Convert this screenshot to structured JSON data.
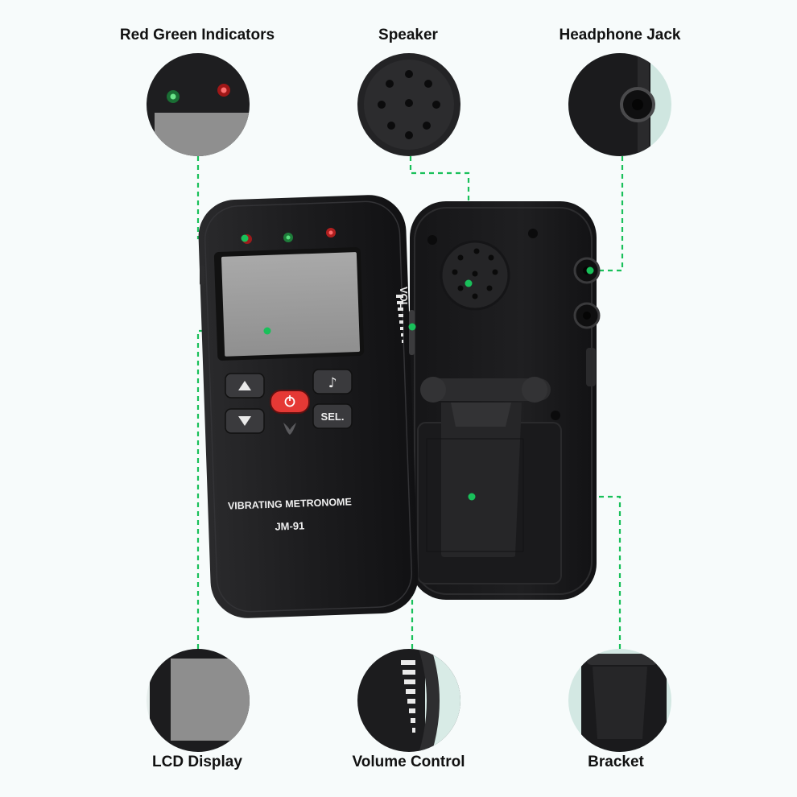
{
  "callouts": {
    "indicators": "Red Green Indicators",
    "speaker": "Speaker",
    "headphone": "Headphone Jack",
    "lcd": "LCD Display",
    "volume": "Volume Control",
    "bracket": "Bracket"
  },
  "device": {
    "model_title": "VIBRATING METRONOME",
    "model_number": "JM-91",
    "vol_label": "VOL.",
    "sel_label": "SEL."
  },
  "colors": {
    "guide_line": "#19c05a",
    "device_body": "#1c1c1e",
    "lcd": "#9c9c9c",
    "power_button": "#e53935"
  }
}
